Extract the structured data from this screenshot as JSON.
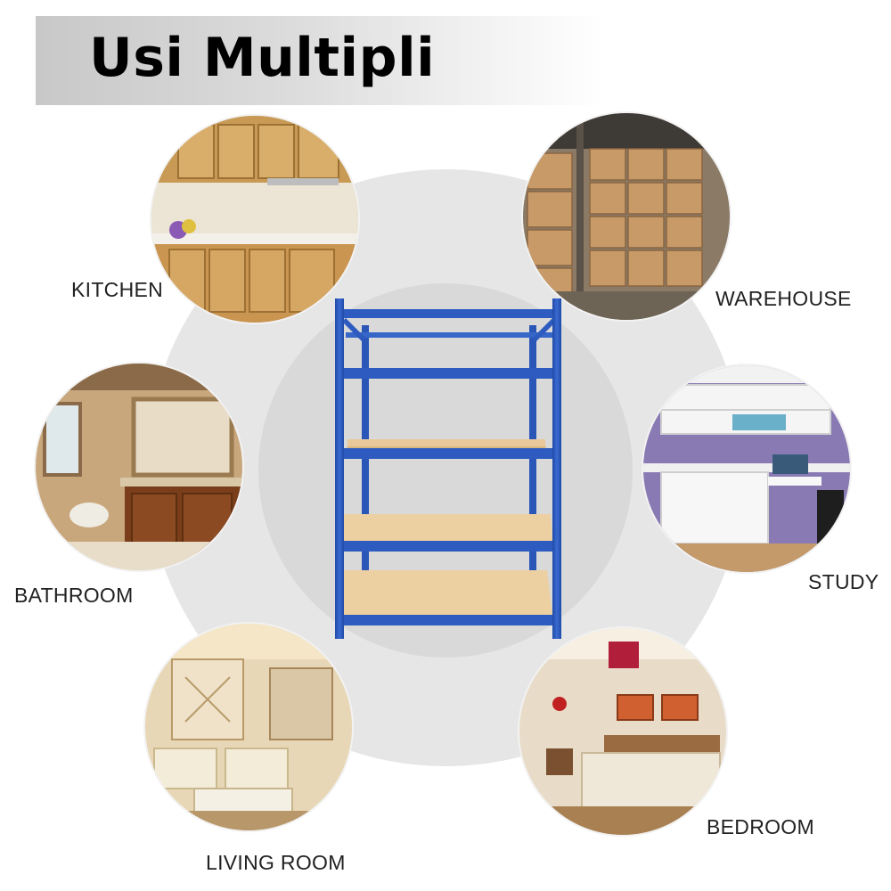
{
  "banner": {
    "title": "Usi Multipli"
  },
  "rooms": {
    "kitchen": "KITCHEN",
    "warehouse": "WAREHOUSE",
    "bathroom": "BATHROOM",
    "study": "STUDY",
    "living_room": "LIVING ROOM",
    "bedroom": "BEDROOM"
  },
  "colors": {
    "shelf_frame": "#2d5bbf",
    "shelf_board": "#e9c999",
    "ring": "#e6e6e6"
  },
  "icons": [
    "shelf-unit-image",
    "kitchen-photo",
    "warehouse-photo",
    "bathroom-photo",
    "study-photo",
    "living-room-photo",
    "bedroom-photo"
  ]
}
